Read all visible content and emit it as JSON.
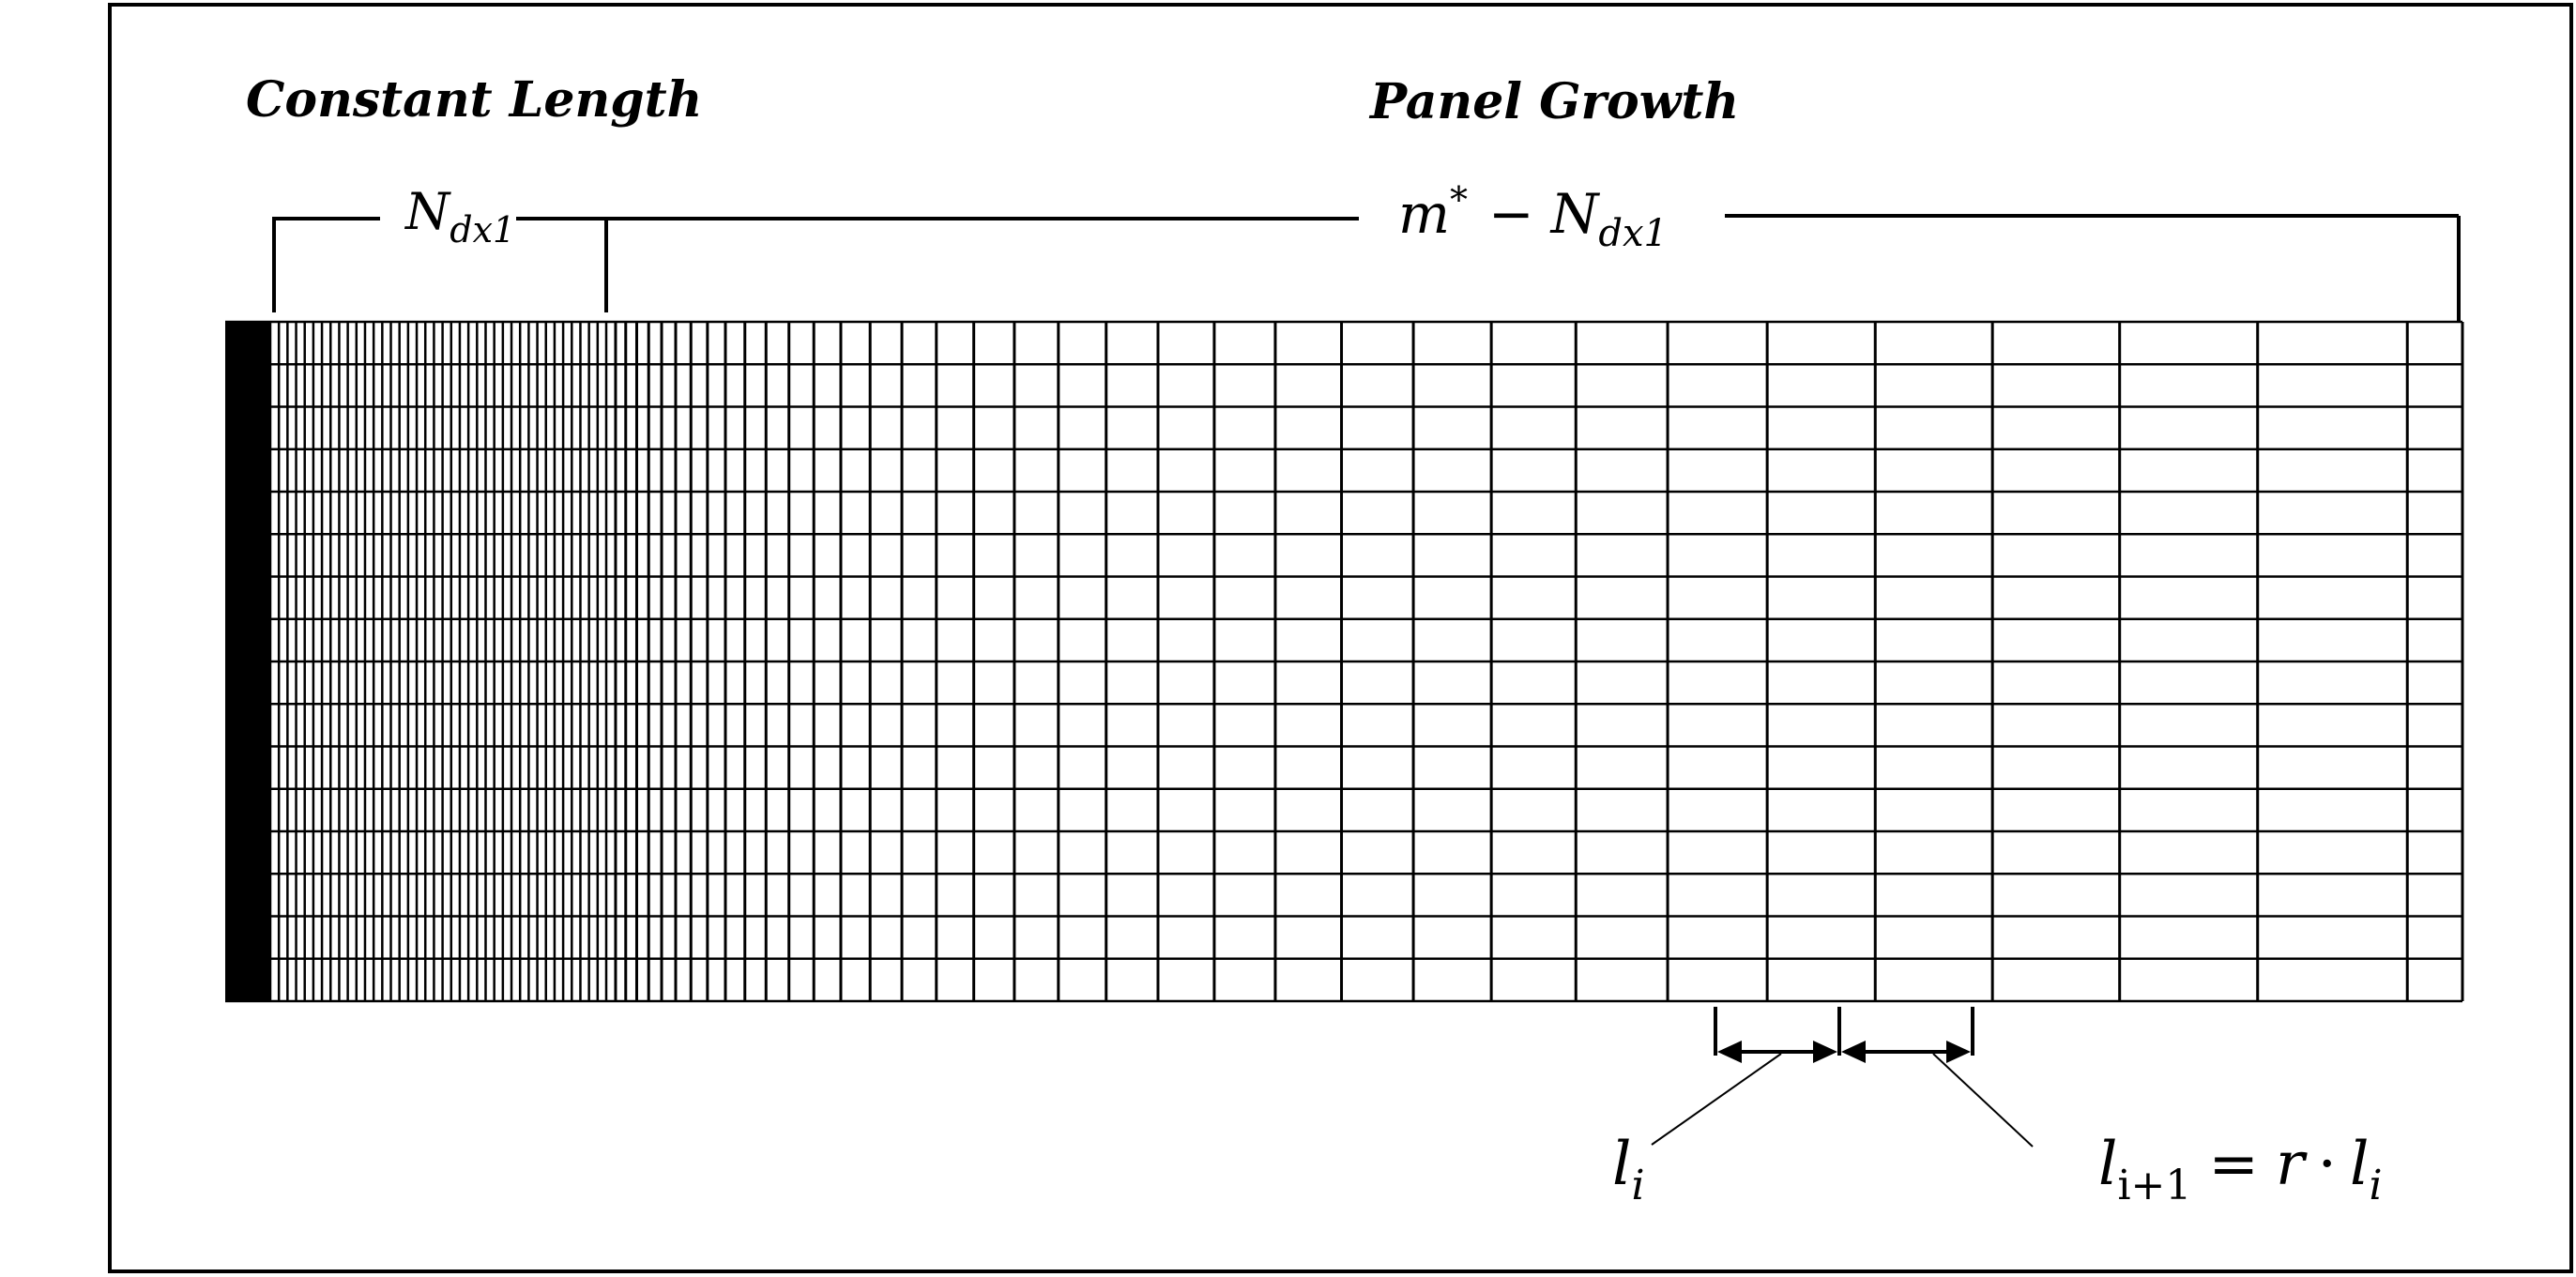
{
  "labels": {
    "constant_length": "Constant Length",
    "panel_growth": "Panel Growth"
  },
  "brackets": {
    "constant": {
      "symbol": "N",
      "subscript": "dx1"
    },
    "growth": {
      "symbol": "m",
      "superscript": "*",
      "operator": "−",
      "symbol2": "N",
      "subscript2": "dx1"
    }
  },
  "annotations": {
    "li": {
      "symbol": "l",
      "subscript": "i"
    },
    "li1": {
      "symbol": "l",
      "subscript": "i+1",
      "equals": "=",
      "r": "r",
      "dot": "·",
      "symbol2": "l",
      "subscript2": "i"
    }
  },
  "mesh": {
    "rows": 16,
    "constant_panels": 39,
    "growth_ratio": 1.085,
    "line_color": "#000000",
    "wall_color": "#000000"
  }
}
